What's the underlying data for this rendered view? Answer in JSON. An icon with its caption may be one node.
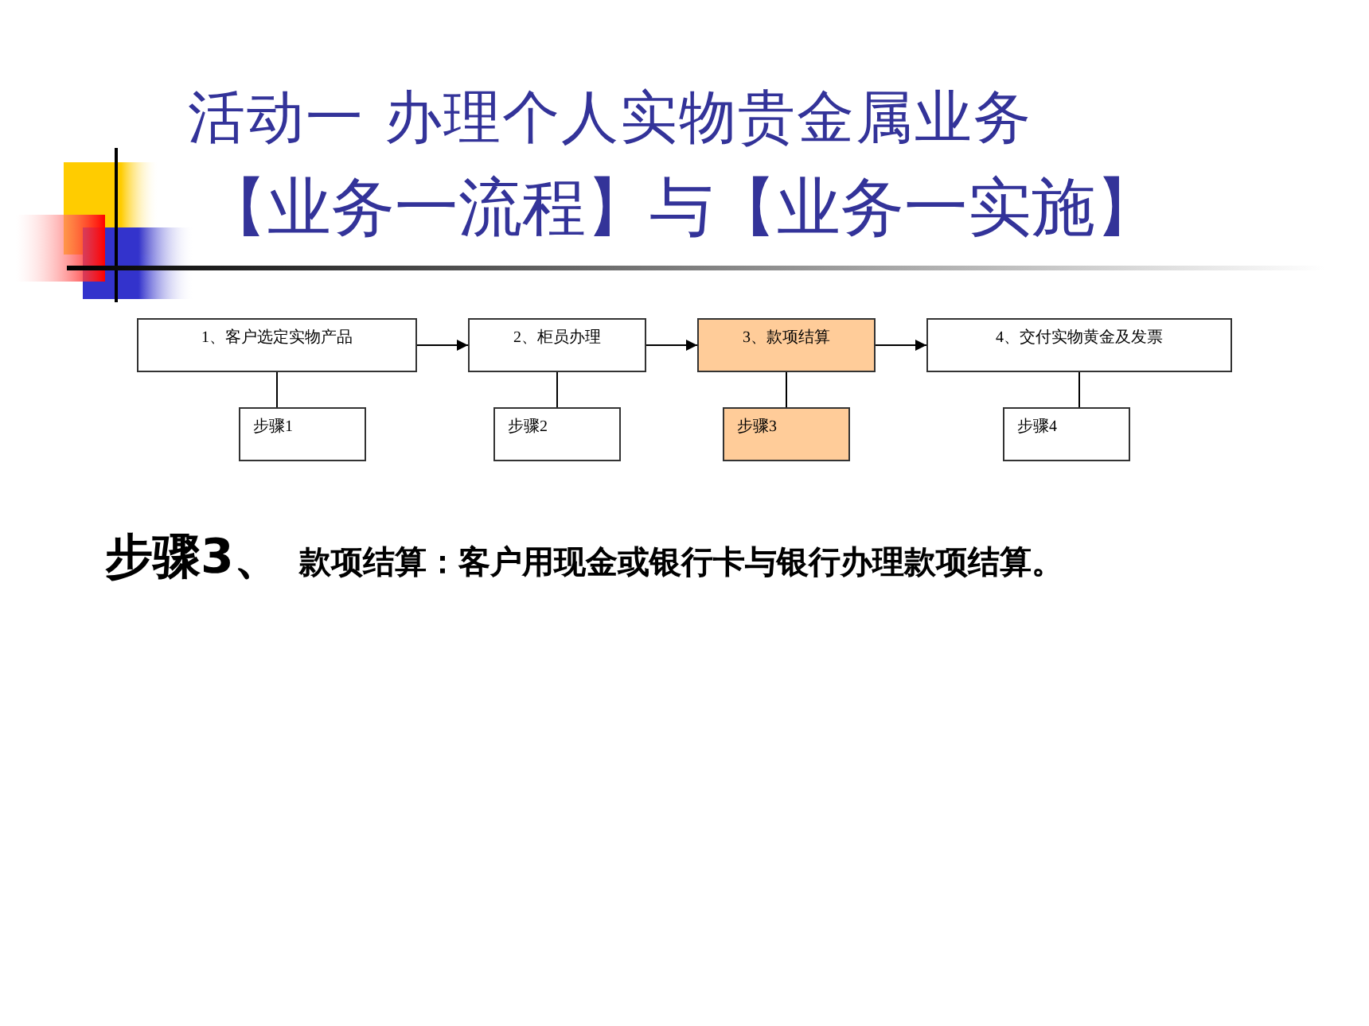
{
  "diagram": {
    "title": "活动一  办理个人实物贵金属业务",
    "nodes": [
      {
        "text": [
          "1、客户选定实物产品"
        ]
      },
      {
        "text": [
          "2、柜员办理"
        ]
      },
      {
        "text": [
          "3、款项结算"
        ]
      },
      {
        "text": [
          "4、交付实物黄金及发票"
        ]
      },
      {
        "text": [
          "步骤1"
        ]
      },
      {
        "text": [
          "步骤2"
        ]
      },
      {
        "text": [
          "步骤3"
        ]
      },
      {
        "text": [
          "步骤4"
        ]
      }
    ],
    "edges": [
      {
        "from": 0,
        "to": 1,
        "arrow": "to"
      },
      {
        "from": 1,
        "to": 2,
        "arrow": "to"
      },
      {
        "from": 2,
        "to": 3,
        "arrow": "to"
      },
      {
        "from": 0,
        "to": 4,
        "arrow": "none"
      },
      {
        "from": 1,
        "to": 5,
        "arrow": "none"
      },
      {
        "from": 2,
        "to": 6,
        "arrow": "none"
      },
      {
        "from": 3,
        "to": 7,
        "arrow": "none"
      }
    ],
    "labels": [
      "【业务一流程】与【业务一实施】",
      "步骤3、",
      "款项结算：客户用现金或银行卡与银行办理款项结算。"
    ]
  }
}
